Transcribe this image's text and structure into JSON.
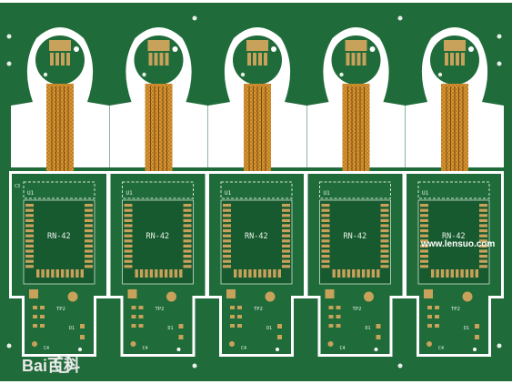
{
  "photo": {
    "board_label": "RN-42",
    "board_count": 5,
    "silkscreen": {
      "chip_ref": "U1",
      "test_point": "TP2",
      "diode": "D1",
      "caps": "C4",
      "corner_mark": "C3"
    },
    "watermarks": {
      "site": "www.lensuo.com",
      "baidu": "Bai百科"
    },
    "colors": {
      "board": "#1f6b3a",
      "board_dark": "#185a30",
      "flex": "#c77a1a",
      "copper": "#c8a15a",
      "background": "#ffffff"
    }
  }
}
